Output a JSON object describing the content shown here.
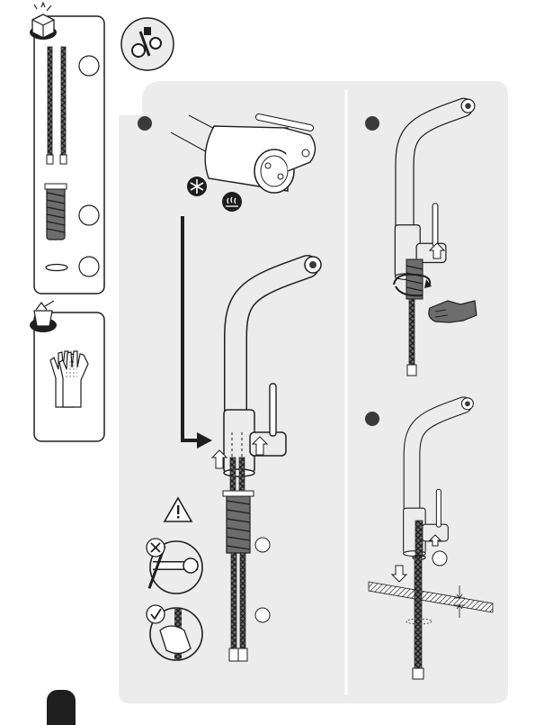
{
  "page": {
    "background": "#ffffff",
    "panel_fill": "#ececec",
    "line_color": "#1e1e1e",
    "accent_dark": "#3a3a3a"
  },
  "icons": {
    "unbox": "open-box-icon",
    "tools": "tools-gears-icon",
    "cleaning": "cleaning-bucket-icon",
    "gloves": "gloves-icon",
    "cold": "snowflake-icon",
    "hot": "hot-water-icon",
    "warning": "warning-triangle-icon",
    "wrong": "cross-icon",
    "correct": "check-icon"
  },
  "steps": [
    {
      "id": "step-1"
    },
    {
      "id": "step-2"
    },
    {
      "id": "step-3"
    }
  ],
  "parts": [
    {
      "id": "part-hoses"
    },
    {
      "id": "part-threaded-stud"
    },
    {
      "id": "part-o-ring"
    }
  ]
}
